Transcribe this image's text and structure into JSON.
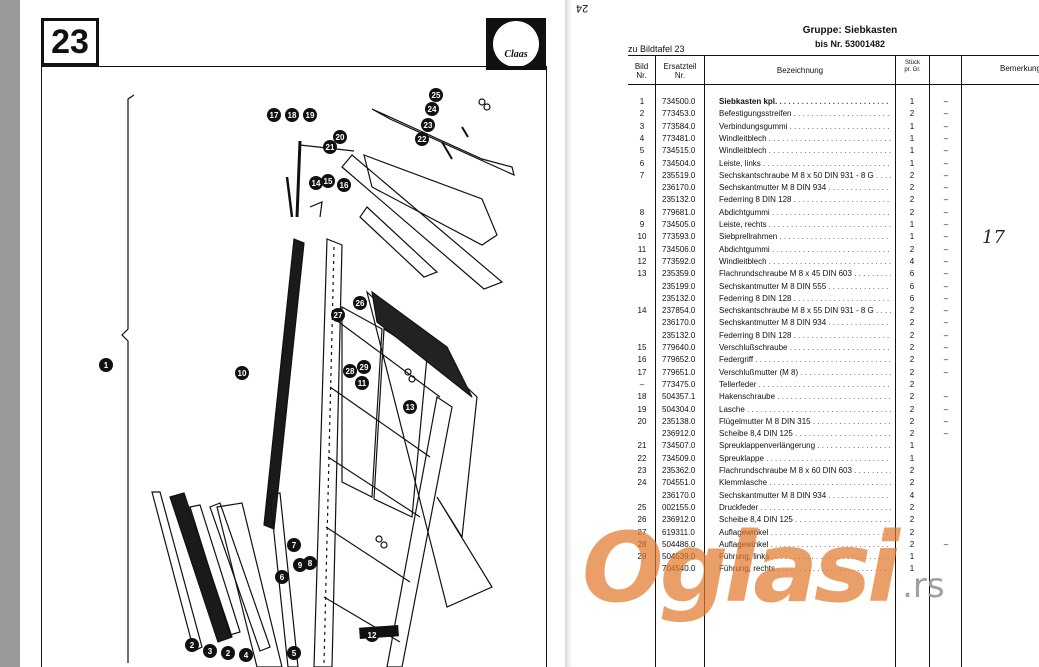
{
  "left_page": {
    "plate_number": "23",
    "logo_text": "Claas",
    "callouts": [
      "1",
      "2",
      "3",
      "2",
      "4",
      "5",
      "6",
      "7",
      "8",
      "9",
      "10",
      "11",
      "12",
      "13",
      "14",
      "15",
      "16",
      "17",
      "18",
      "19",
      "20",
      "21",
      "22",
      "23",
      "24",
      "25",
      "26",
      "27",
      "28",
      "29"
    ]
  },
  "right_page": {
    "page_number": "24",
    "group_title": "Gruppe: Siebkasten",
    "group_subtitle": "bis Nr. 53001482",
    "plate_reference": "zu Bildtafel 23",
    "headers": {
      "bild": "Bild\nNr.",
      "ersatzteil": "Ersatzteil\nNr.",
      "bezeichnung": "Bezeichnung",
      "stueck": "Stück\npr. Gr.",
      "bemerkung": "Bemerkung"
    },
    "rows": [
      {
        "bild": "1",
        "part": "734500.0",
        "desc": "Siebkasten kpl.",
        "qty": "1",
        "mark": "–"
      },
      {
        "bild": "2",
        "part": "773453.0",
        "desc": "Befestigungsstreifen",
        "qty": "2",
        "mark": "–"
      },
      {
        "bild": "3",
        "part": "773584.0",
        "desc": "Verbindungsgummi",
        "qty": "1",
        "mark": "–"
      },
      {
        "bild": "4",
        "part": "773481.0",
        "desc": "Windleitblech",
        "qty": "1",
        "mark": "–"
      },
      {
        "bild": "5",
        "part": "734515.0",
        "desc": "Windleitblech",
        "qty": "1",
        "mark": "–"
      },
      {
        "bild": "6",
        "part": "734504.0",
        "desc": "Leiste, links",
        "qty": "1",
        "mark": "–"
      },
      {
        "bild": "7",
        "part": "235519.0",
        "desc": "Sechskantschraube M 8 x 50 DIN 931 - 8 G",
        "qty": "2",
        "mark": "–"
      },
      {
        "bild": "",
        "part": "236170.0",
        "desc": "Sechskantmutter M 8 DIN 934",
        "qty": "2",
        "mark": "–"
      },
      {
        "bild": "",
        "part": "235132.0",
        "desc": "Federring 8 DIN 128",
        "qty": "2",
        "mark": "–"
      },
      {
        "bild": "8",
        "part": "779681.0",
        "desc": "Abdichtgummi",
        "qty": "2",
        "mark": "–"
      },
      {
        "bild": "9",
        "part": "734505.0",
        "desc": "Leiste, rechts",
        "qty": "1",
        "mark": "–"
      },
      {
        "bild": "10",
        "part": "773593.0",
        "desc": "Siebprellrahmen",
        "qty": "1",
        "mark": "–"
      },
      {
        "bild": "11",
        "part": "734506.0",
        "desc": "Abdichtgummi",
        "qty": "2",
        "mark": "–"
      },
      {
        "bild": "12",
        "part": "773592.0",
        "desc": "Windleitblech",
        "qty": "4",
        "mark": "–"
      },
      {
        "bild": "13",
        "part": "235359.0",
        "desc": "Flachrundschraube M 8 x 45 DIN 603",
        "qty": "6",
        "mark": "–"
      },
      {
        "bild": "",
        "part": "235199.0",
        "desc": "Sechskantmutter M 8 DIN 555",
        "qty": "6",
        "mark": "–"
      },
      {
        "bild": "",
        "part": "235132.0",
        "desc": "Federring 8 DIN 128",
        "qty": "6",
        "mark": "–"
      },
      {
        "bild": "14",
        "part": "237854.0",
        "desc": "Sechskantschraube M 8 x 55 DIN 931 - 8 G",
        "qty": "2",
        "mark": "–"
      },
      {
        "bild": "",
        "part": "236170.0",
        "desc": "Sechskantmutter M 8 DIN 934",
        "qty": "2",
        "mark": "–"
      },
      {
        "bild": "",
        "part": "235132.0",
        "desc": "Federring 8 DIN 128",
        "qty": "2",
        "mark": "–"
      },
      {
        "bild": "15",
        "part": "779640.0",
        "desc": "Verschlußschraube",
        "qty": "2",
        "mark": "–"
      },
      {
        "bild": "16",
        "part": "779652.0",
        "desc": "Federgriff",
        "qty": "2",
        "mark": "–"
      },
      {
        "bild": "17",
        "part": "779651.0",
        "desc": "Verschlußmutter (M 8)",
        "qty": "2",
        "mark": "–"
      },
      {
        "bild": "–",
        "part": "773475.0",
        "desc": "Tellerfeder",
        "qty": "2",
        "mark": ""
      },
      {
        "bild": "18",
        "part": "504357.1",
        "desc": "Hakenschraube",
        "qty": "2",
        "mark": "–"
      },
      {
        "bild": "19",
        "part": "504304.0",
        "desc": "Lasche",
        "qty": "2",
        "mark": "–"
      },
      {
        "bild": "20",
        "part": "235138.0",
        "desc": "Flügelmutter M 8 DIN 315",
        "qty": "2",
        "mark": "–"
      },
      {
        "bild": "",
        "part": "236912.0",
        "desc": "Scheibe 8,4 DIN 125",
        "qty": "2",
        "mark": "–"
      },
      {
        "bild": "21",
        "part": "734507.0",
        "desc": "Spreuklappenverlängerung",
        "qty": "1",
        "mark": ""
      },
      {
        "bild": "22",
        "part": "734509.0",
        "desc": "Spreuklappe",
        "qty": "1",
        "mark": ""
      },
      {
        "bild": "23",
        "part": "235362.0",
        "desc": "Flachrundschraube M 8 x 60 DIN 603",
        "qty": "2",
        "mark": ""
      },
      {
        "bild": "24",
        "part": "704551.0",
        "desc": "Klemmlasche",
        "qty": "2",
        "mark": ""
      },
      {
        "bild": "",
        "part": "236170.0",
        "desc": "Sechskantmutter M 8 DIN 934",
        "qty": "4",
        "mark": ""
      },
      {
        "bild": "25",
        "part": "002155.0",
        "desc": "Druckfeder",
        "qty": "2",
        "mark": ""
      },
      {
        "bild": "26",
        "part": "236912.0",
        "desc": "Scheibe 8,4 DIN 125",
        "qty": "2",
        "mark": ""
      },
      {
        "bild": "27",
        "part": "619311.0",
        "desc": "Auflagewinkel",
        "qty": "2",
        "mark": ""
      },
      {
        "bild": "28",
        "part": "504486.0",
        "desc": "Auflagewinkel",
        "qty": "2",
        "mark": "–"
      },
      {
        "bild": "29",
        "part": "504539.0",
        "desc": "Führung, links",
        "qty": "1",
        "mark": ""
      },
      {
        "bild": "",
        "part": "704540.0",
        "desc": "Führung, rechts",
        "qty": "1",
        "mark": ""
      }
    ],
    "handwritten_note": "17"
  },
  "watermark": {
    "brand": "Oglasi",
    "suffix": ".rs"
  },
  "colors": {
    "ink": "#111111",
    "watermark": "#e07a2c",
    "grey_bar": "#9a9a9a"
  }
}
